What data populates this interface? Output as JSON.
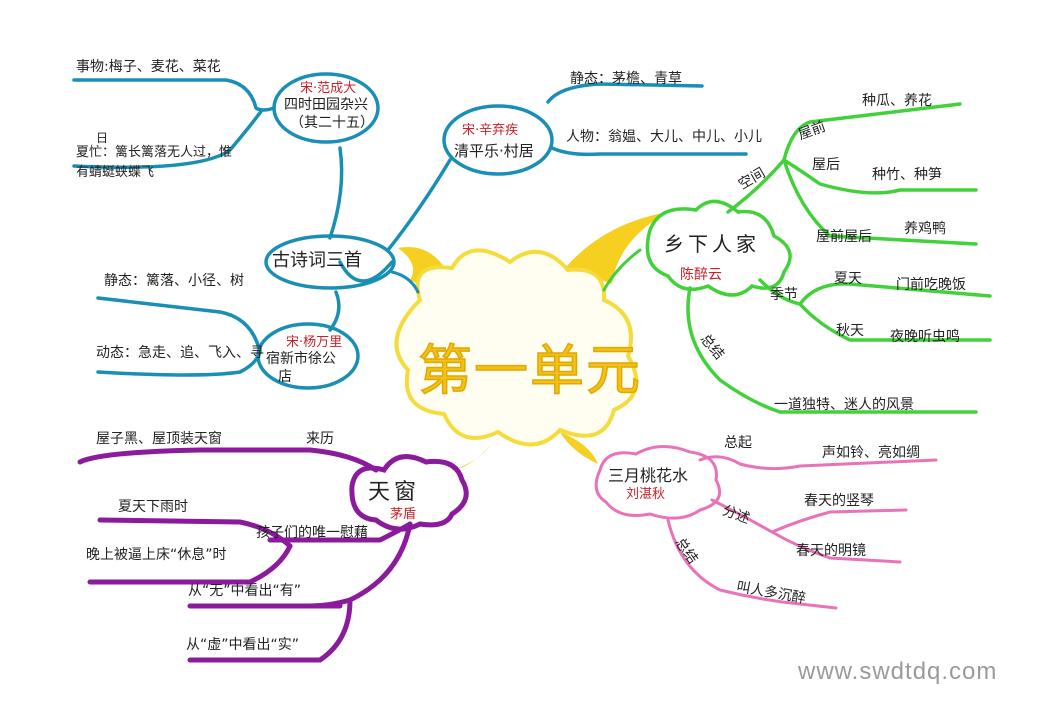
{
  "center": "第一单元",
  "watermark": "www.swdtdq.com",
  "colors": {
    "blue": "#1a8fb5",
    "green": "#42d13a",
    "purple": "#8b1a9c",
    "pink": "#e873b8",
    "yellow": "#f5d020",
    "author": "#c8222a"
  },
  "gushi": {
    "title": "古诗词三首",
    "poem1": {
      "author": "宋·范成大",
      "title_line1": "四时田园杂兴",
      "title_line2": "（其二十五）",
      "leaf1": "事物:梅子、麦花、菜花",
      "leaf2_line1": "日",
      "leaf2_line2": "夏忙：篱长篱落无人过，惟",
      "leaf2_line3": "有蜻蜓蛱蝶飞"
    },
    "poem2": {
      "author": "宋·辛弃疾",
      "title": "清平乐·村居",
      "leaf1": "静态：茅檐、青草",
      "leaf2": "人物：翁媪、大儿、中儿、小儿"
    },
    "poem3": {
      "author": "宋·杨万里",
      "title_line1": "宿新市徐公",
      "title_line2": "店",
      "leaf1": "静态：篱落、小径、树",
      "leaf2": "动态：急走、追、飞入、寻"
    }
  },
  "xiangxia": {
    "title": "乡下人家",
    "author": "陈醉云",
    "kongjian": "空间",
    "wuqian": "屋前",
    "wuqian_leaf": "种瓜、养花",
    "wuhou": "屋后",
    "wuhou_leaf": "种竹、种笋",
    "qianhou": "屋前屋后",
    "qianhou_leaf": "养鸡鸭",
    "jijie": "季节",
    "xiatian": "夏天",
    "xiatian_leaf": "门前吃晚饭",
    "qiutian": "秋天",
    "qiutian_leaf": "夜晚听虫鸣",
    "zongjie": "总结",
    "zongjie_leaf": "一道独特、迷人的风景"
  },
  "tianchuang": {
    "title": "天窗",
    "author": "茅盾",
    "leaf_top": "屋子黑、屋顶装天窗",
    "laili": "来历",
    "weiyi": "孩子们的唯一慰藉",
    "leaf_summer": "夏天下雨时",
    "leaf_night": "晚上被逼上床“休息”时",
    "leaf_wu": "从“无”中看出“有”",
    "leaf_xu": "从“虚”中看出“实”"
  },
  "taohua": {
    "title": "三月桃花水",
    "author": "刘湛秋",
    "zongqi": "总起",
    "zongqi_leaf": "声如铃、亮如绸",
    "fenshu": "分述",
    "fenshu_leaf1": "春天的竖琴",
    "fenshu_leaf2": "春天的明镜",
    "zongjie": "总结",
    "zongjie_leaf": "叫人多沉醉"
  }
}
